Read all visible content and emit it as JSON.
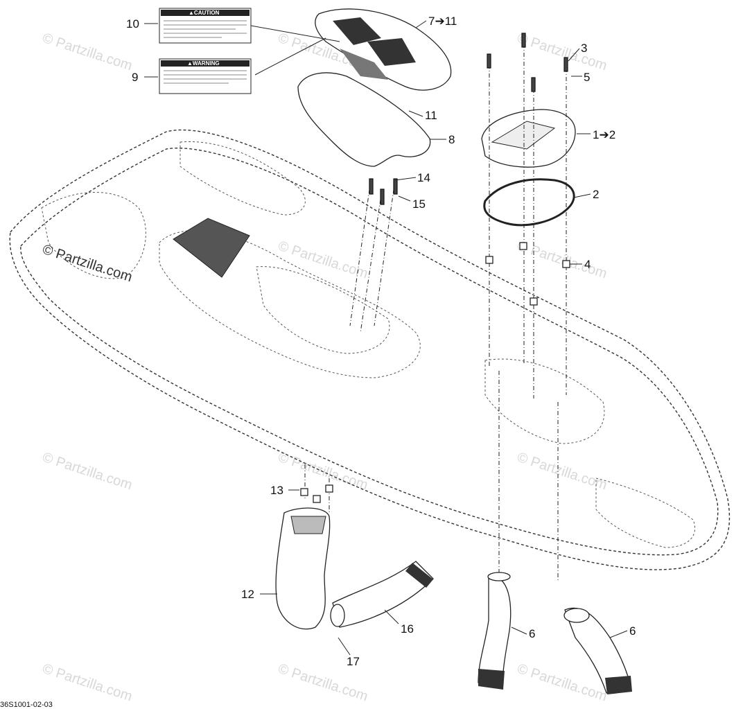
{
  "diagram": {
    "drawing_code": "36S1001-02-03",
    "watermark_main": "© Partzilla.com",
    "watermark_faint": "© Partzilla.com",
    "caution_label_title": "▲CAUTION",
    "warning_label_title": "▲WARNING",
    "callouts": [
      {
        "id": "c10",
        "text": "10"
      },
      {
        "id": "c9",
        "text": "9"
      },
      {
        "id": "c7",
        "text": "7➔11"
      },
      {
        "id": "c11",
        "text": "11"
      },
      {
        "id": "c8",
        "text": "8"
      },
      {
        "id": "c3",
        "text": "3"
      },
      {
        "id": "c5",
        "text": "5"
      },
      {
        "id": "c1",
        "text": "1➔2"
      },
      {
        "id": "c2",
        "text": "2"
      },
      {
        "id": "c14",
        "text": "14"
      },
      {
        "id": "c15",
        "text": "15"
      },
      {
        "id": "c4",
        "text": "4"
      },
      {
        "id": "c13",
        "text": "13"
      },
      {
        "id": "c12",
        "text": "12"
      },
      {
        "id": "c16",
        "text": "16"
      },
      {
        "id": "c17",
        "text": "17"
      },
      {
        "id": "c6a",
        "text": "6"
      },
      {
        "id": "c6b",
        "text": "6"
      }
    ]
  }
}
